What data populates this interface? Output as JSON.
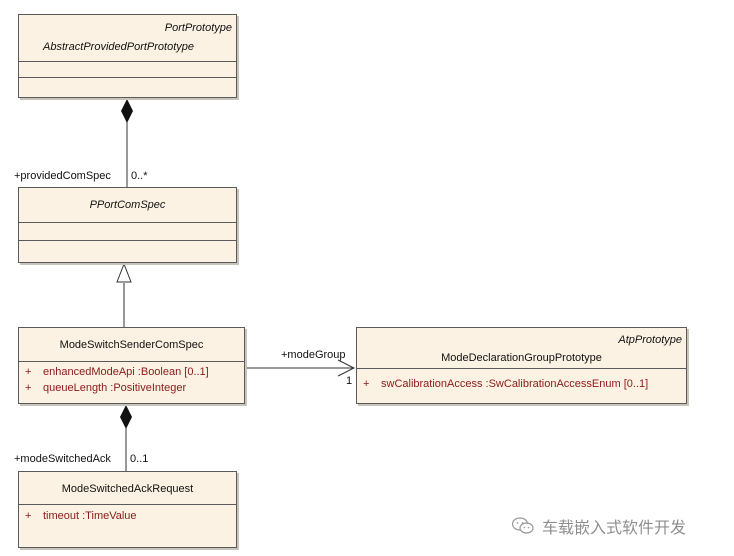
{
  "classes": {
    "port_prototype": {
      "stereotype": "PortPrototype",
      "name": "AbstractProvidedPortPrototype"
    },
    "pport_com_spec": {
      "name": "PPortComSpec"
    },
    "mode_switch_sender": {
      "name": "ModeSwitchSenderComSpec",
      "attributes": [
        {
          "vis": "+",
          "text": "enhancedModeApi  :Boolean [0..1]"
        },
        {
          "vis": "+",
          "text": "queueLength  :PositiveInteger"
        }
      ]
    },
    "mode_declaration_group": {
      "stereotype": "AtpPrototype",
      "name": "ModeDeclarationGroupPrototype",
      "attributes": [
        {
          "vis": "+",
          "text": "swCalibrationAccess  :SwCalibrationAccessEnum [0..1]"
        }
      ]
    },
    "mode_switched_ack": {
      "name": "ModeSwitchedAckRequest",
      "attributes": [
        {
          "vis": "+",
          "text": "timeout  :TimeValue"
        }
      ]
    }
  },
  "relations": {
    "provided_com_spec": {
      "role": "+providedComSpec",
      "multiplicity": "0..*"
    },
    "mode_group": {
      "role": "+modeGroup",
      "multiplicity": "1"
    },
    "mode_switched_ack": {
      "role": "+modeSwitchedAck",
      "multiplicity": "0..1"
    }
  },
  "watermark": {
    "text": "车载嵌入式软件开发"
  },
  "colors": {
    "class_fill": "#fcf2e3",
    "border": "#5a5a5a",
    "attribute_text": "#8b1a1a"
  }
}
